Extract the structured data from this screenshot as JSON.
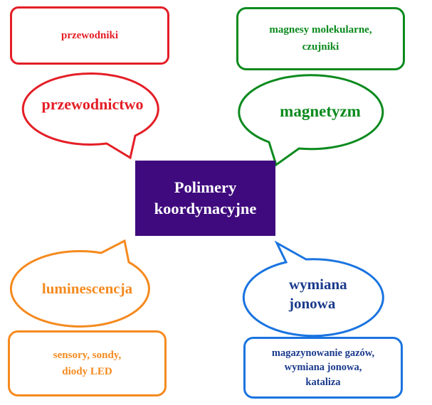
{
  "diagram": {
    "center": {
      "line1": "Polimery",
      "line2": "koordynacyjne"
    },
    "nodes": [
      {
        "id": "conductivity",
        "bubble_label": "przewodnictwo",
        "box_lines": [
          "przewodniki"
        ],
        "color": "#e41e26"
      },
      {
        "id": "magnetism",
        "bubble_label": "magnetyzm",
        "box_lines": [
          "magnesy molekularne,",
          "czujniki"
        ],
        "color": "#0b8a1d"
      },
      {
        "id": "luminescence",
        "bubble_label": "luminescencja",
        "box_lines": [
          "sensory, sondy,",
          "diody LED"
        ],
        "color": "#f58a1f"
      },
      {
        "id": "ion-exchange",
        "bubble_label_lines": [
          "wymiana",
          "jonowa"
        ],
        "box_lines": [
          "magazynowanie gazów,",
          "wymiana jonowa,",
          "kataliza"
        ],
        "color": "#1a74e0",
        "text_color": "#1a3a8c"
      }
    ]
  }
}
